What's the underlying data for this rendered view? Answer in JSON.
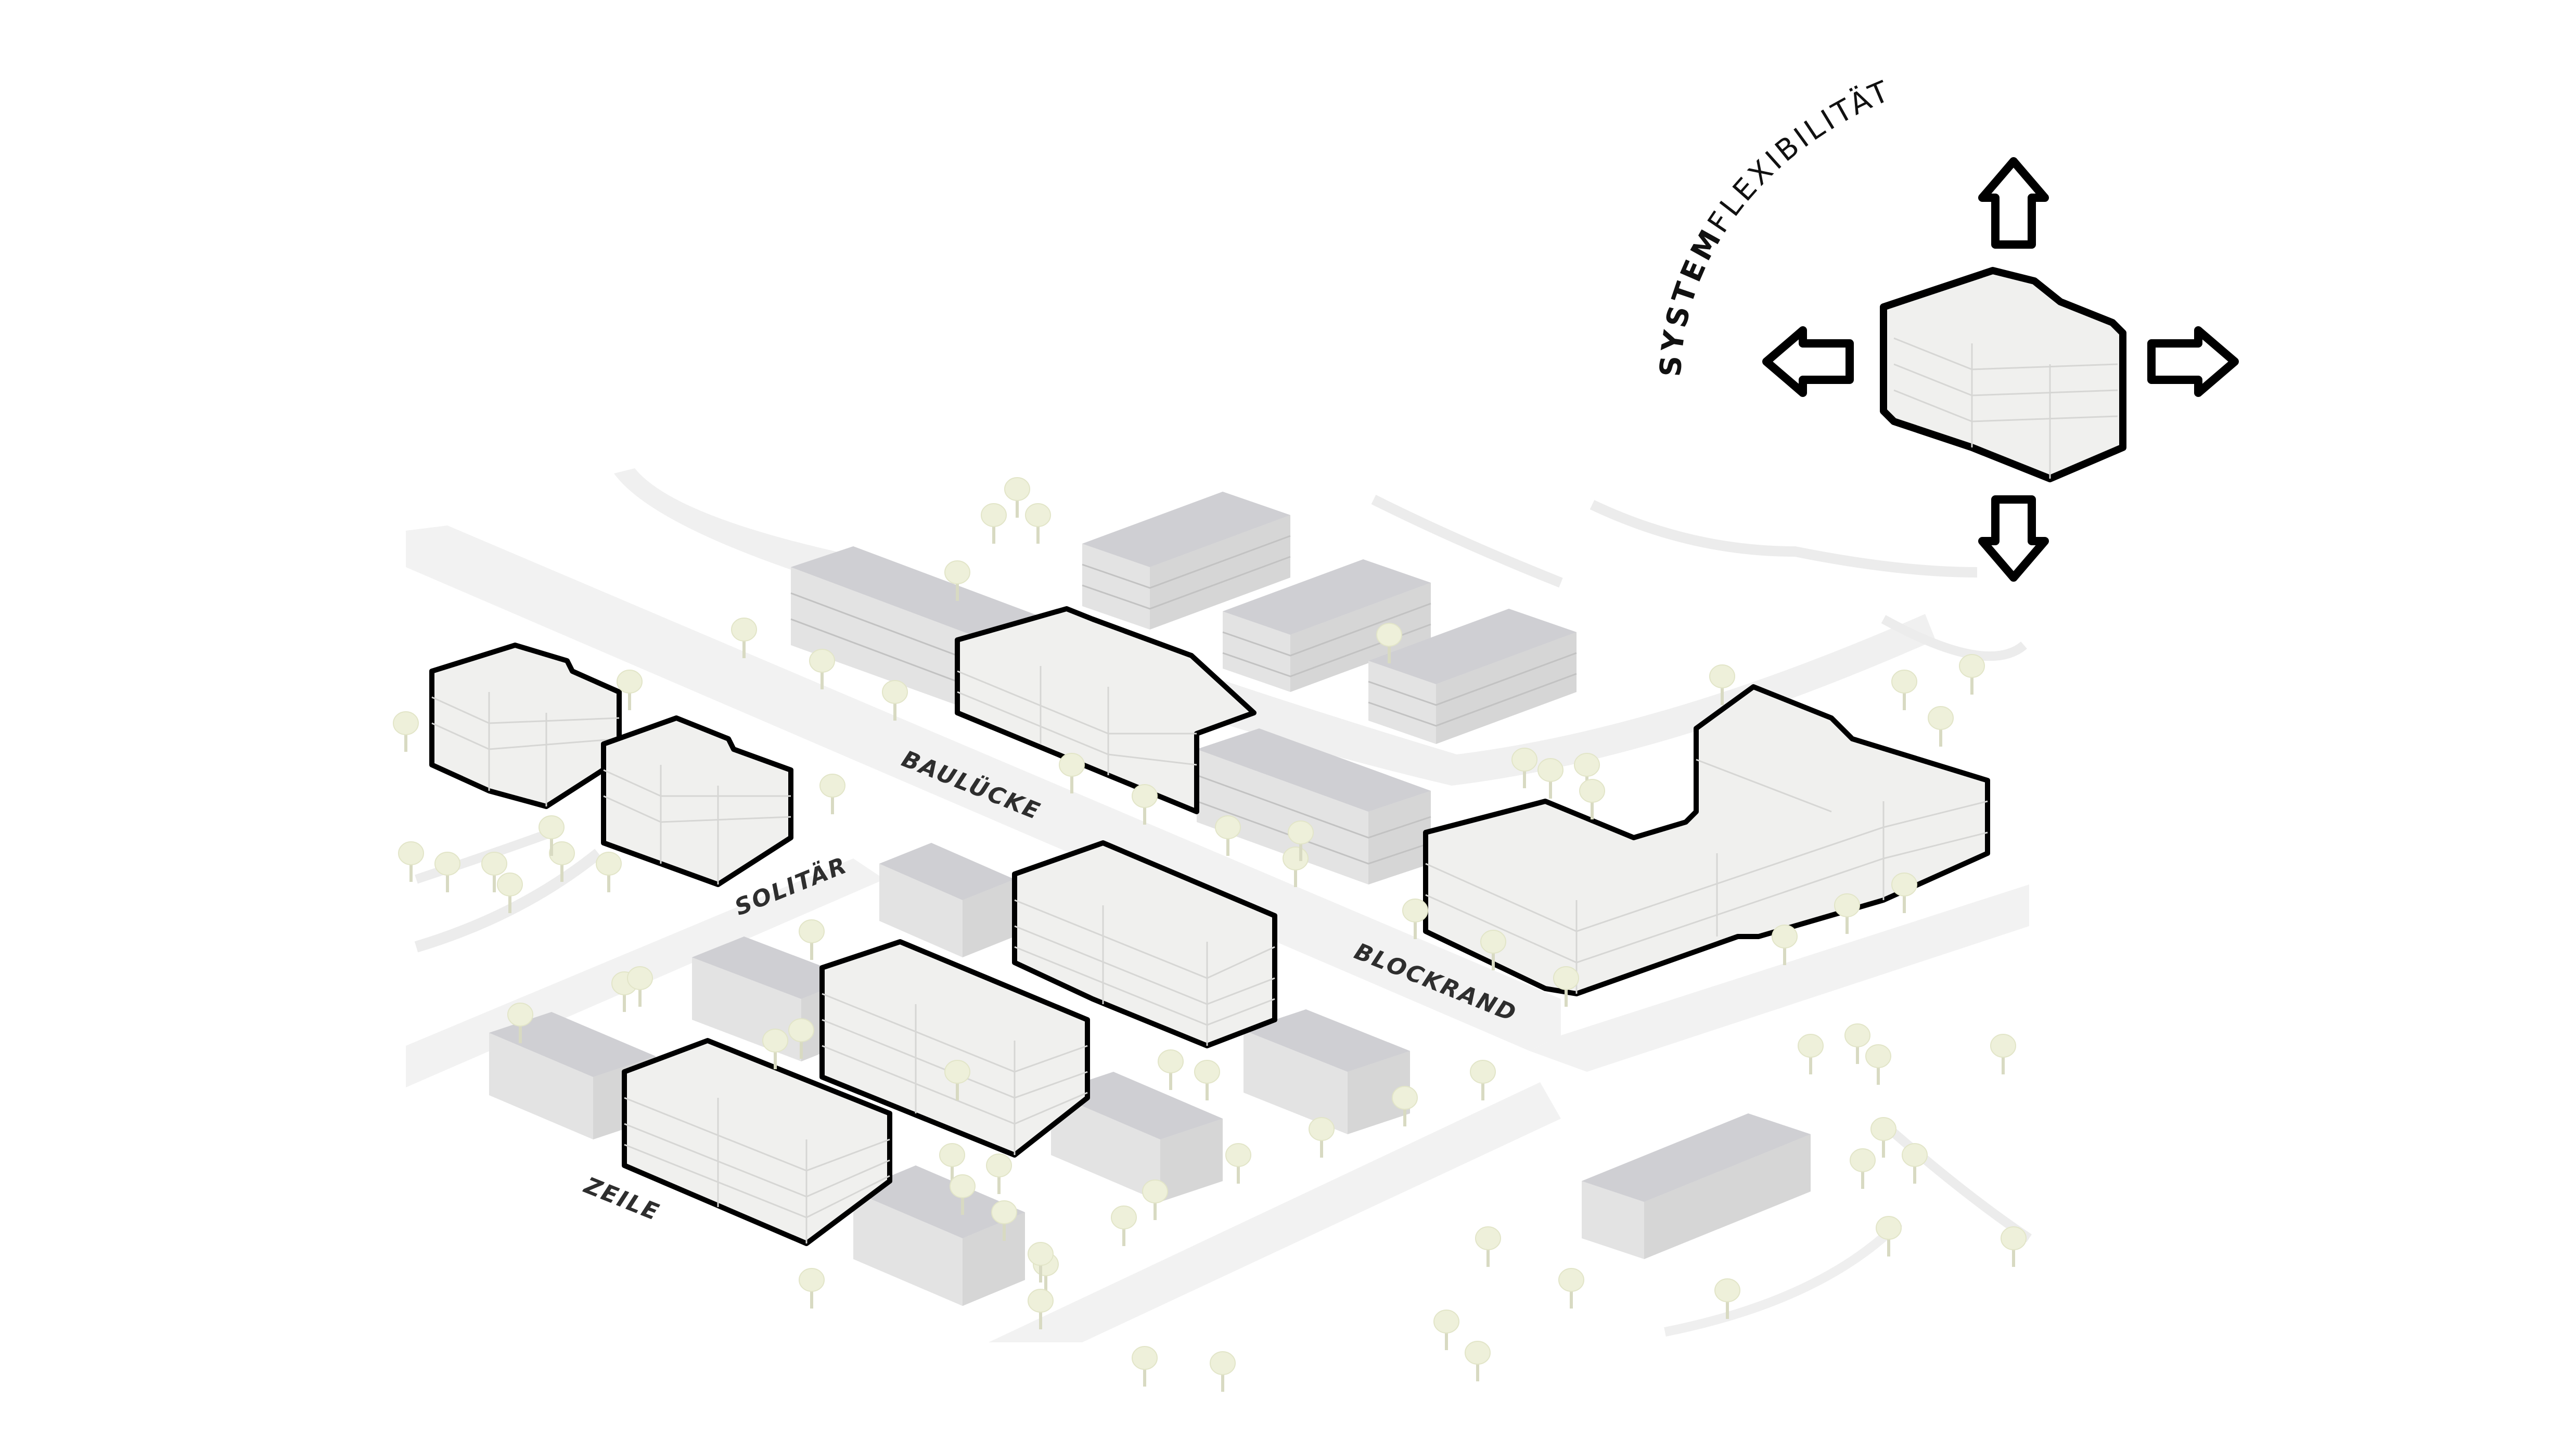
{
  "labels": {
    "baulucke": "BAULÜCKE",
    "solitar": "SOLITÄR",
    "blockrand": "BLOCKRAND",
    "zeile": "ZEILE"
  },
  "flexibility": {
    "title_bold": "SYSTEM",
    "title_regular": "FLEXIBILITÄT"
  },
  "colors": {
    "new_building_top": "#f4f4f2",
    "new_building_side": "#e9e9e6",
    "existing_building_top": "#cfcfd3",
    "existing_building_side": "#e2e2e2",
    "outline": "#000000",
    "tree": "#eef0da",
    "street": "#f3f3f3"
  }
}
